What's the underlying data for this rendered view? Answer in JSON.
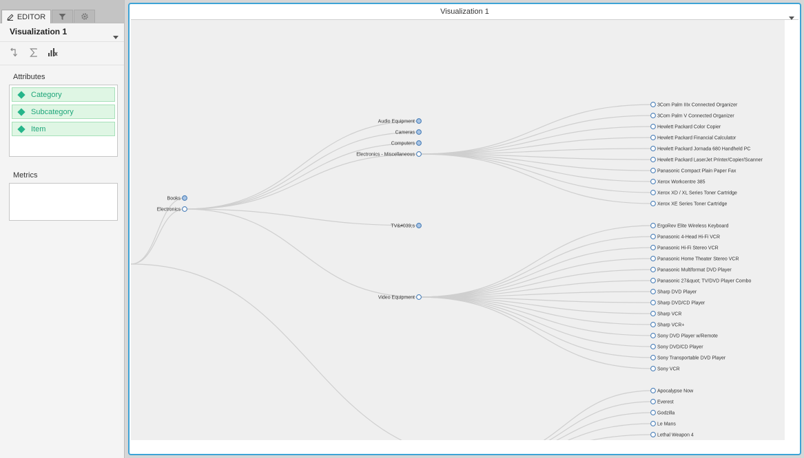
{
  "editor": {
    "tabs": [
      {
        "label": "EDITOR",
        "icon": "pencil-icon",
        "active": true
      },
      {
        "label": "",
        "icon": "filter-icon",
        "active": false
      },
      {
        "label": "",
        "icon": "gear-icon",
        "active": false
      }
    ],
    "viz_name": "Visualization 1",
    "tools": [
      "swap-axes-icon",
      "sigma-icon",
      "chart-options-icon"
    ],
    "attributes_label": "Attributes",
    "attributes": [
      "Category",
      "Subcategory",
      "Item"
    ],
    "metrics_label": "Metrics"
  },
  "viz": {
    "title": "Visualization 1",
    "accent": "#3da3d6",
    "pill_color": "#26b58a",
    "root_children": [
      "Books",
      "Electronics"
    ],
    "level2": [
      "Audio Equipment",
      "Cameras",
      "Computers",
      "Electronics - Miscellaneous",
      "TV&#039;s",
      "Video Equipment"
    ],
    "misc_items": [
      "3Com Palm IIIx Connected Organizer",
      "3Com Palm V Connected Organizer",
      "Hewlett Packard Color Copier",
      "Hewlett Packard Financial Calculator",
      "Hewlett Packard Jornada 680 Handheld PC",
      "Hewlett Packard LaserJet Printer/Copier/Scanner",
      "Panasonic Compact Plain Paper Fax",
      "Xerox Workcentre 385",
      "Xerox XD / XL Series Toner Cartridge",
      "Xerox XE Series Toner Cartridge"
    ],
    "video_items": [
      "ErgoRev Elite Wireless Keyboard",
      "Panasonic 4-Head Hi-Fi VCR",
      "Panasonic Hi-Fi Stereo VCR",
      "Panasonic Home Theater Stereo VCR",
      "Panasonic Multiformat DVD Player",
      "Panasonic 27&quot; TV/DVD Player Combo",
      "Sharp DVD Player",
      "Sharp DVD/CD Player",
      "Sharp VCR",
      "Sharp VCR+",
      "Sony DVD Player w/Remote",
      "Sony DVD/CD Player",
      "Sony Transportable DVD Player",
      "Sony VCR"
    ],
    "movie_items": [
      "Apocalypse Now",
      "Everest",
      "Godzilla",
      "Le Mans",
      "Lethal Weapon 4"
    ]
  }
}
